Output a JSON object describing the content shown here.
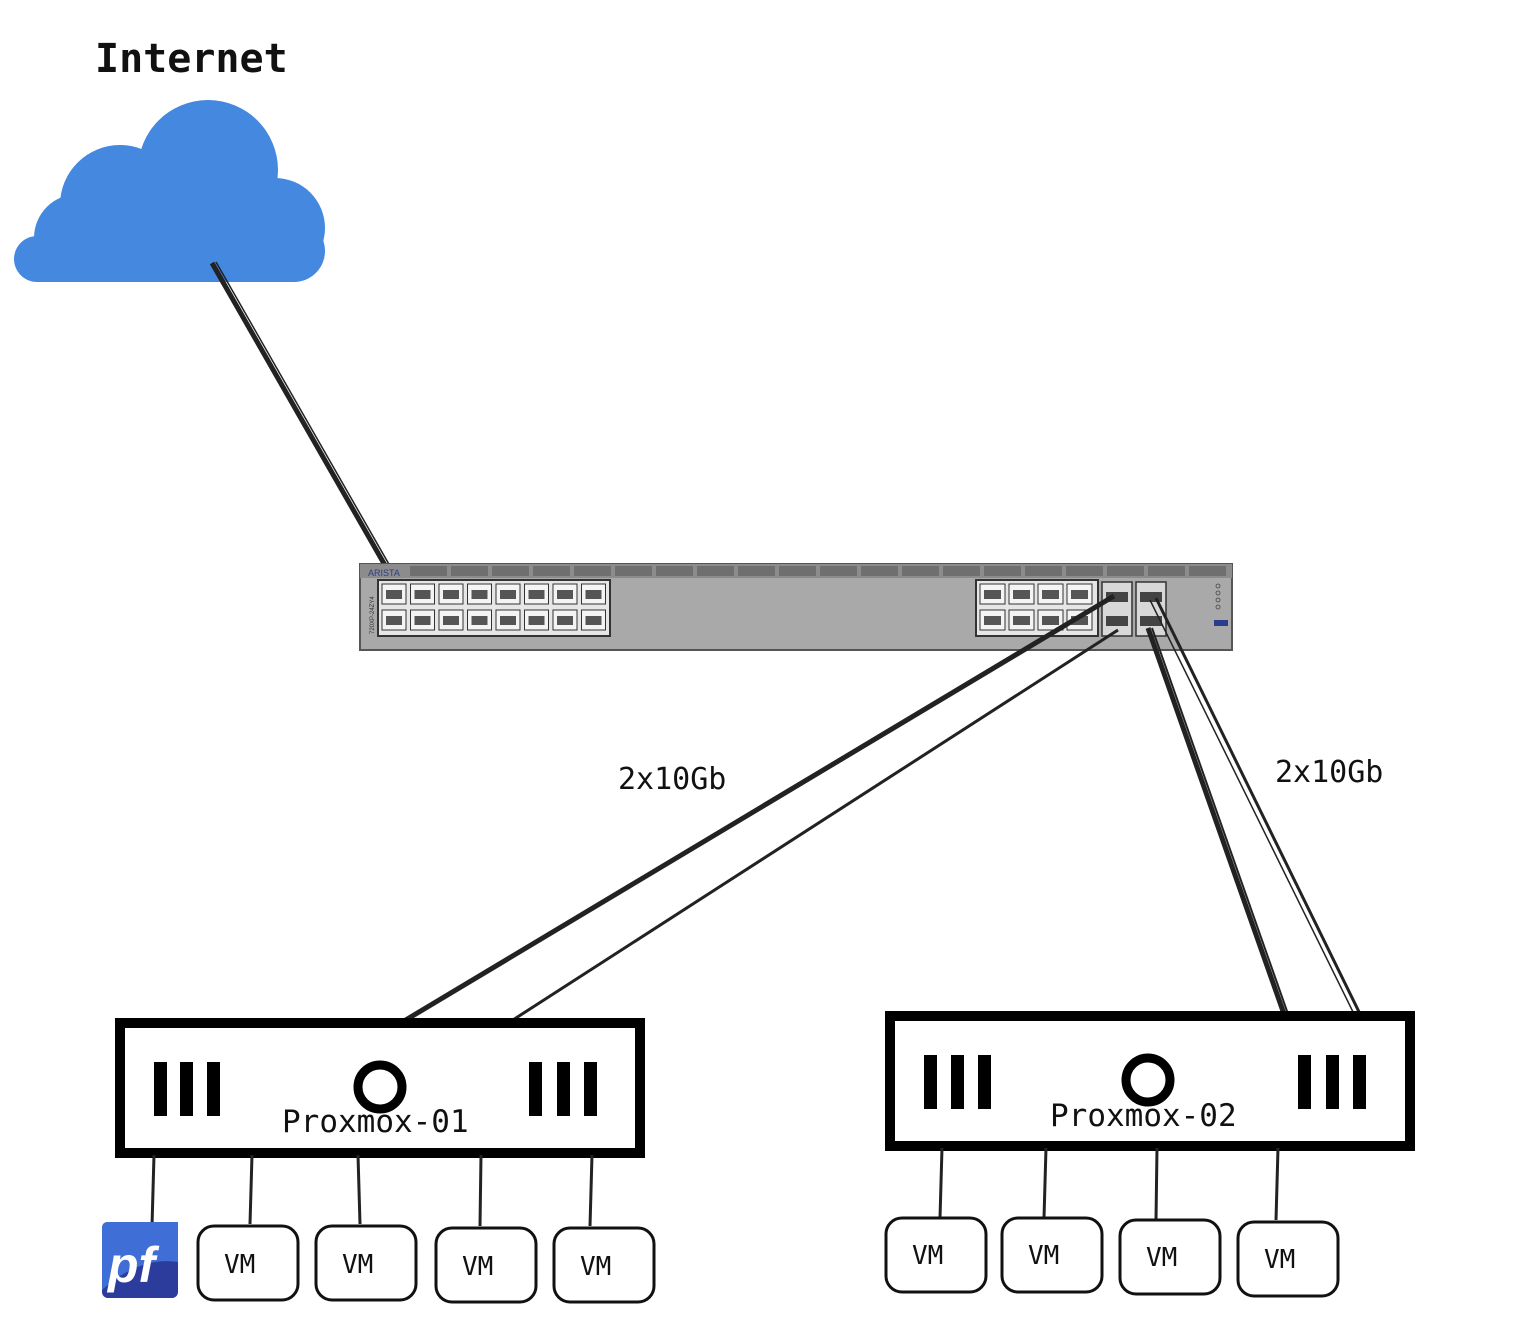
{
  "internet": {
    "label": "Internet",
    "color": "#4488e0"
  },
  "switch": {
    "brand": "ARISTA",
    "model": "720XP-24ZY4",
    "body_color": "#a9a9a9"
  },
  "links": {
    "left_speed": "2x10Gb",
    "right_speed": "2x10Gb"
  },
  "hosts": [
    {
      "name": "Proxmox-01"
    },
    {
      "name": "Proxmox-02"
    }
  ],
  "guests": {
    "pfsense_logo_text": "pf",
    "pfsense_color": "#2b3c9c",
    "vm_label": "VM"
  }
}
